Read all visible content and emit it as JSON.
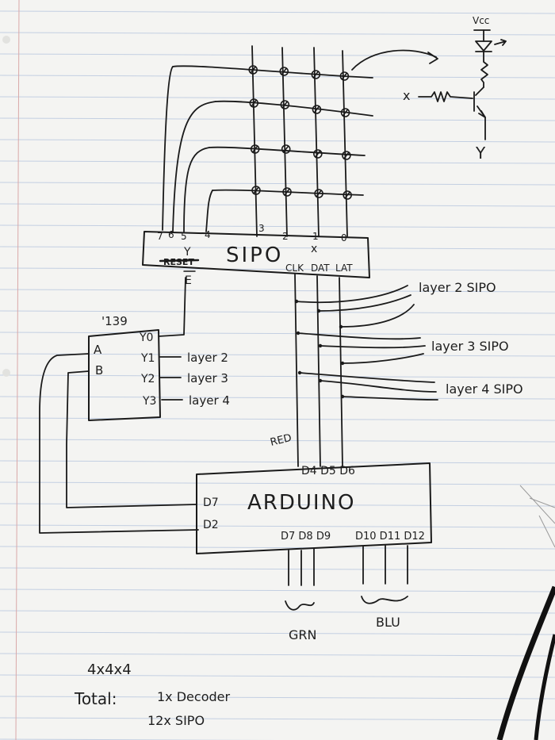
{
  "shift_register": {
    "label": "SIPO",
    "pins_top": [
      "7",
      "6",
      "5",
      "4",
      "3",
      "2",
      "1",
      "0"
    ],
    "x_mark": "x",
    "y_mark": "Y",
    "reset_label": "RESET",
    "enable_label": "E",
    "pins_bottom": [
      "CLK",
      "DAT",
      "LAT"
    ]
  },
  "led_schematic": {
    "vcc_label": "Vcc",
    "x_label": "x",
    "y_label": "Y"
  },
  "decoder": {
    "part_number": "'139",
    "inputs": [
      "A",
      "B"
    ],
    "outputs": [
      "Y0",
      "Y1",
      "Y2",
      "Y3"
    ],
    "output_layers": [
      "layer 2",
      "layer 3",
      "layer 4"
    ]
  },
  "layer_sipos": [
    "layer 2 SIPO",
    "layer 3 SIPO",
    "layer 4 SIPO"
  ],
  "arduino": {
    "label": "ARDUINO",
    "top_pins": "D4 D5 D6",
    "left_pins": [
      "D7",
      "D2"
    ],
    "bottom_pins_green": "D7 D8 D9",
    "bottom_pins_blue": "D10 D11 D12"
  },
  "bus_labels": {
    "red": "RED",
    "green": "GRN",
    "blue": "BLU"
  },
  "notes": {
    "cube": "4x4x4",
    "total_label": "Total:",
    "decoder_count": "1x Decoder",
    "sipo_count": "12x SIPO"
  },
  "colors": {
    "paper": "#f4f4f2",
    "rule_line": "#c3cfe2",
    "margin_line": "#d9a8a8",
    "ink": "#1a1a1a"
  }
}
